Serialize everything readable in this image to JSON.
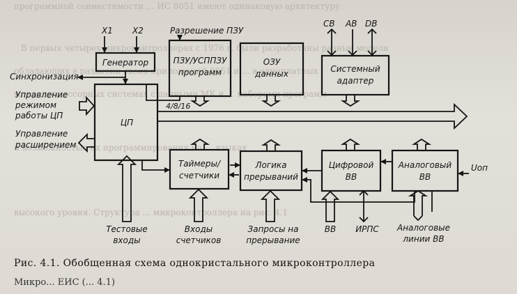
{
  "background_text": [
    "программной совместимости ... ИС 8051 имеют одинаковую архитектуру",
    "В первых четырех микроконтроллерах с 1976 г. были разработаны разные модели",
    "обладающих в развитии своих приложений 8051 и ... в одноплатных",
    "микропроцессорных системах с данными МК и ... наборами программ",
    "и возможностью их программирования на ... языках",
    "высокого уровня. Структура ... микроконтроллера на рис. 4.1"
  ],
  "blocks": {
    "generator": "Генератор",
    "pzu": [
      "ПЗУ/УСППЗУ",
      "программ"
    ],
    "ozu": [
      "ОЗУ",
      "данных"
    ],
    "sys_adapter": [
      "Системный",
      "адаптер"
    ],
    "cpu": "ЦП",
    "timers": [
      "Таймеры/",
      "счетчики"
    ],
    "interrupt_logic": [
      "Логика",
      "прерываний"
    ],
    "digital_io": [
      "Цифровой",
      "ВВ"
    ],
    "analog_io": [
      "Аналоговый",
      "ВВ"
    ]
  },
  "signals": {
    "x1": "X1",
    "x2": "X2",
    "pzu_enable": "Разрешение ПЗУ",
    "cb": "СВ",
    "ab": "АВ",
    "db": "DВ",
    "sync": "Синхронизация",
    "mode_ctrl": [
      "Управление",
      "режимом",
      "работы ЦП"
    ],
    "ext_ctrl": [
      "Управление",
      "расширением"
    ],
    "bus_width": "4/8/16",
    "test_inputs": [
      "Тестовые",
      "входы"
    ],
    "counter_inputs": [
      "Входы",
      "счетчиков"
    ],
    "irq_requests": [
      "Запросы на",
      "прерывание"
    ],
    "vv": "ВВ",
    "irps": "ИРПС",
    "analog_lines": [
      "Аналоговые",
      "линии ВВ"
    ],
    "uop": "Uоп"
  },
  "caption": "Рис. 4.1. Обобщенная схема однокристального микроконтроллера",
  "bottom_fragment": "Микро... ЕИС (... 4.1)"
}
